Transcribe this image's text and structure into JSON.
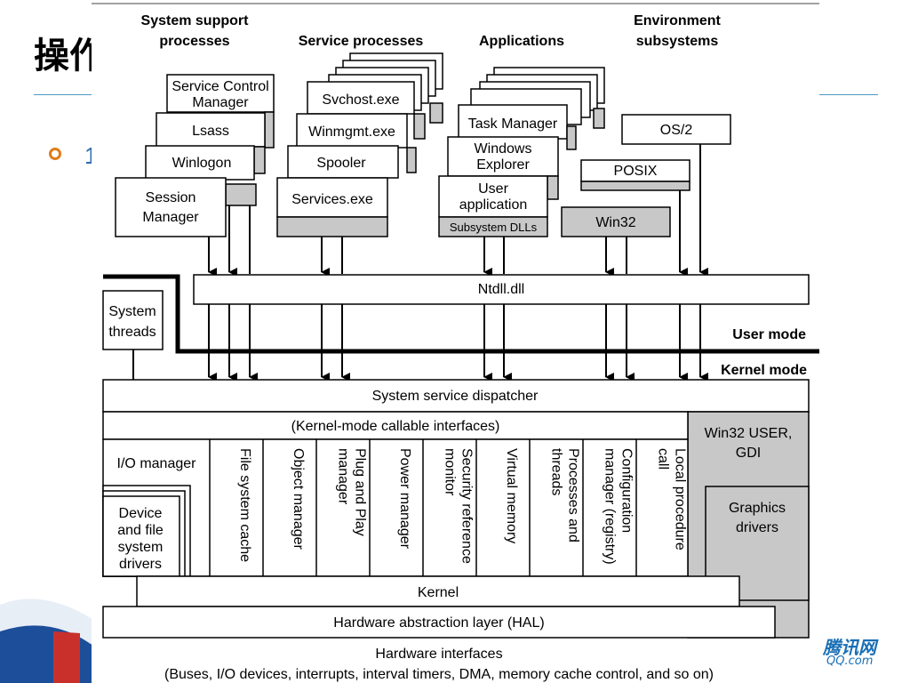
{
  "slide": {
    "title": "操作",
    "bullet": "1",
    "logo": "腾讯网",
    "logo_sub": "QQ.com"
  },
  "headers": {
    "system_support": [
      "System support",
      "processes"
    ],
    "service": "Service processes",
    "applications": "Applications",
    "environment": [
      "Environment",
      "subsystems"
    ]
  },
  "system_support": {
    "scm": [
      "Service Control",
      "Manager"
    ],
    "lsass": "Lsass",
    "winlogon": "Winlogon",
    "session": [
      "Session",
      "Manager"
    ]
  },
  "services": {
    "svchost": "Svchost.exe",
    "winmgmt": "Winmgmt.exe",
    "spooler": "Spooler",
    "services": "Services.exe"
  },
  "apps": {
    "task_manager": "Task Manager",
    "explorer": [
      "Windows",
      "Explorer"
    ],
    "user_app": [
      "User",
      "application"
    ],
    "subsystem_dlls": "Subsystem DLLs"
  },
  "env": {
    "os2": "OS/2",
    "posix": "POSIX",
    "win32": "Win32"
  },
  "ntdll": "Ntdll.dll",
  "system_threads": [
    "System",
    "threads"
  ],
  "user_mode": "User mode",
  "kernel_mode": "Kernel mode",
  "dispatcher": "System service dispatcher",
  "callable": "(Kernel-mode callable interfaces)",
  "win32_user_gdi": [
    "Win32 USER,",
    "GDI"
  ],
  "graphics_drivers": [
    "Graphics",
    "drivers"
  ],
  "io_manager": "I/O manager",
  "device_drivers": [
    "Device",
    "and file",
    "system",
    "drivers"
  ],
  "components": [
    [
      "File system cache"
    ],
    [
      "Object manager"
    ],
    [
      "Plug and Play",
      "manager"
    ],
    [
      "Power manager"
    ],
    [
      "Security reference",
      "monitor"
    ],
    [
      "Virtual memory"
    ],
    [
      "Processes and",
      "threads"
    ],
    [
      "Configuration",
      "manager (registry)"
    ],
    [
      "Local procedure",
      "call"
    ]
  ],
  "kernel": "Kernel",
  "hal": "Hardware abstraction layer (HAL)",
  "hardware": [
    "Hardware interfaces",
    "(Buses, I/O devices, interrupts, interval timers, DMA, memory cache control, and so on)"
  ],
  "colors": {
    "gray": "#c8c8c8",
    "accent_line": "#4a9bc2",
    "logo": "#1a6fb5"
  }
}
